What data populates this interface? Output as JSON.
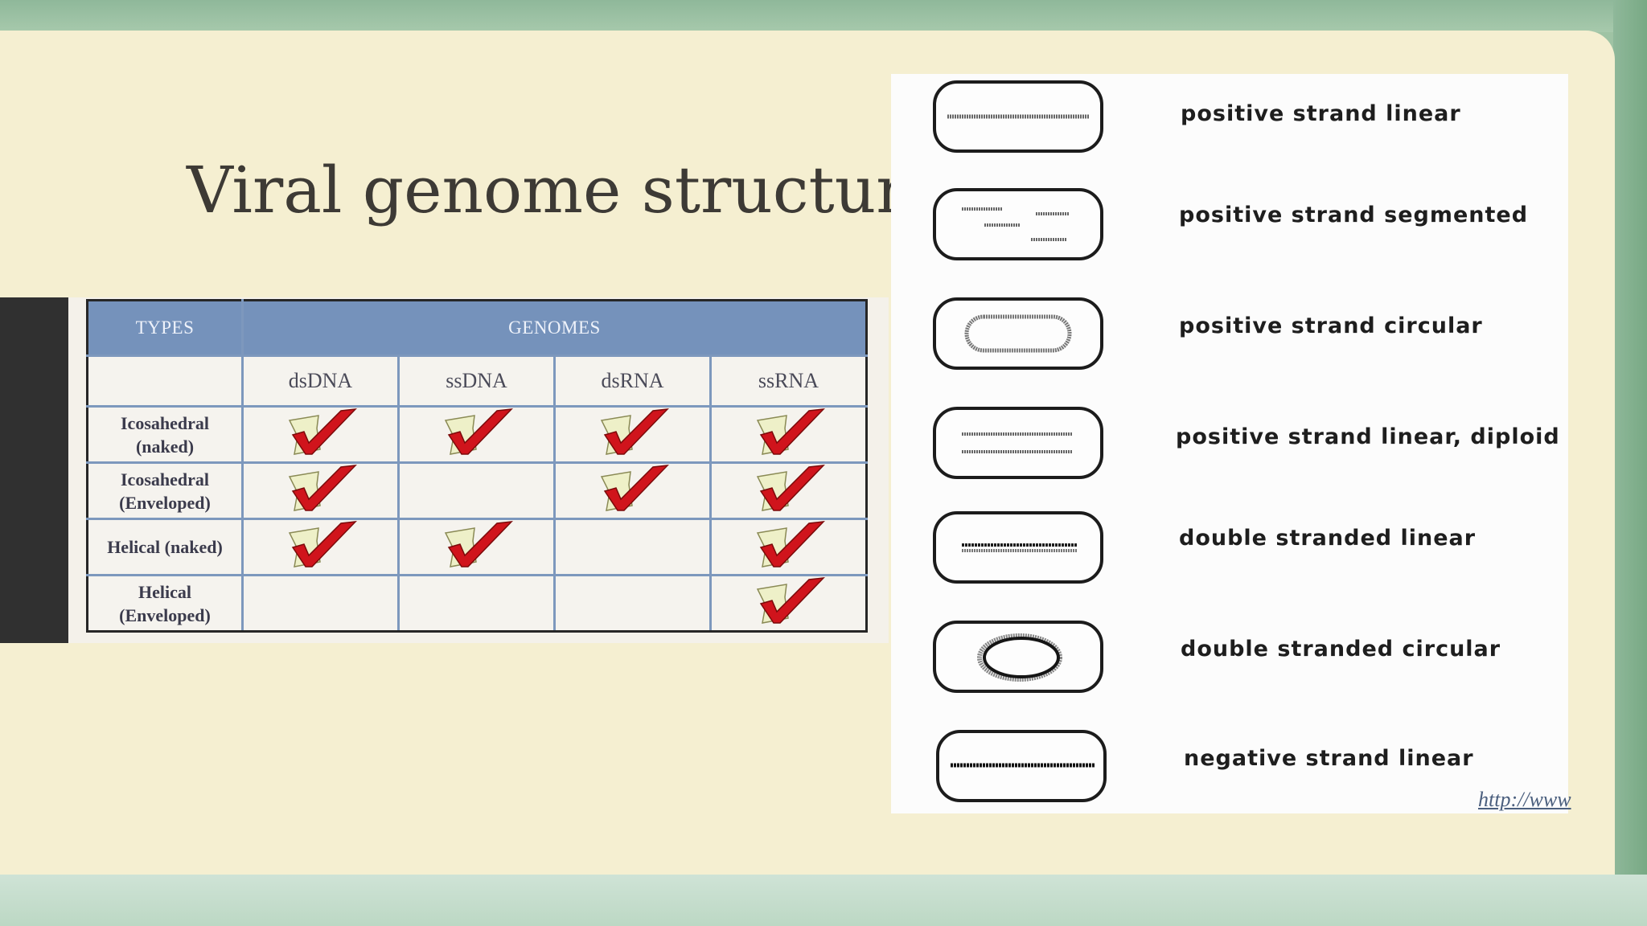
{
  "slide": {
    "title": "Viral genome structure"
  },
  "table": {
    "header_types": "TYPES",
    "header_genomes": "GENOMES",
    "genome_columns": [
      "dsDNA",
      "ssDNA",
      "dsRNA",
      "ssRNA"
    ],
    "rows": [
      {
        "label_line1": "Icosahedral",
        "label_line2": "(naked)",
        "checks": [
          true,
          true,
          true,
          true
        ]
      },
      {
        "label_line1": "Icosahedral",
        "label_line2": "(Enveloped)",
        "checks": [
          true,
          false,
          true,
          true
        ]
      },
      {
        "label_line1": "Helical (naked)",
        "label_line2": "",
        "checks": [
          true,
          true,
          false,
          true
        ]
      },
      {
        "label_line1": "Helical",
        "label_line2": "(Enveloped)",
        "checks": [
          false,
          false,
          false,
          true
        ]
      }
    ],
    "colors": {
      "header_bg": "#7592bb",
      "grid": "#7d98bd",
      "check_red": "#d0141c",
      "check_paper": "#eef0c8"
    }
  },
  "genome_diagram": {
    "items": [
      {
        "label": "positive strand linear",
        "icon": "single-line-icon"
      },
      {
        "label": "positive strand segmented",
        "icon": "segmented-lines-icon"
      },
      {
        "label": "positive strand circular",
        "icon": "open-circle-icon"
      },
      {
        "label": "positive strand linear, diploid",
        "icon": "two-lines-icon"
      },
      {
        "label": "double stranded linear",
        "icon": "double-line-icon"
      },
      {
        "label": "double stranded circular",
        "icon": "double-circle-icon"
      },
      {
        "label": "negative strand linear",
        "icon": "dark-line-icon"
      }
    ],
    "source_url": "http://www"
  }
}
